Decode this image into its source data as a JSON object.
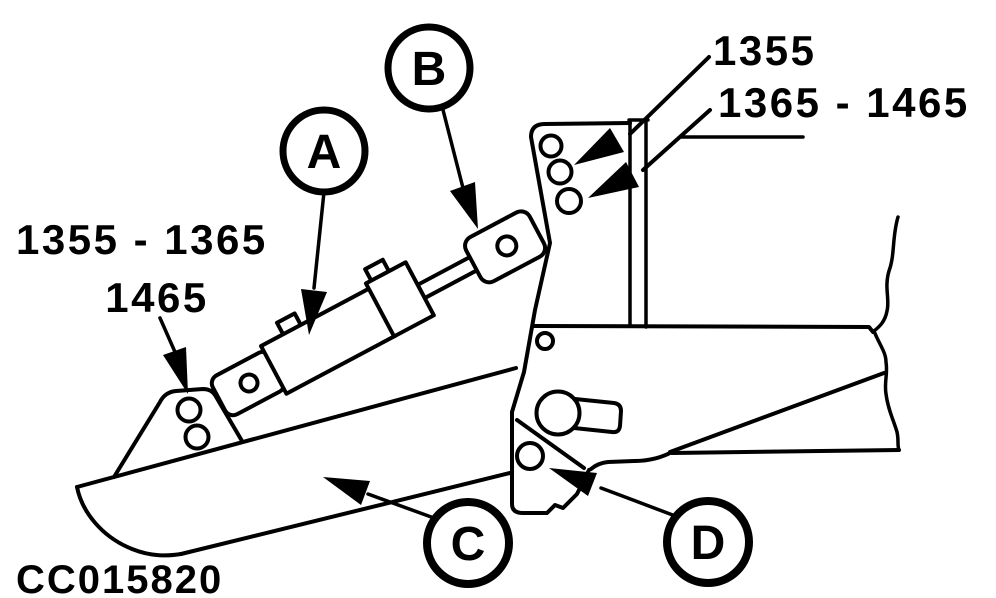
{
  "figure": {
    "code": "CC015820"
  },
  "part_labels": {
    "left": {
      "line1": "1355 - 1365",
      "line2": "1465"
    },
    "top_right": {
      "line1": "1355",
      "line2": "1365 - 1465"
    }
  },
  "callouts": {
    "a": "A",
    "b": "B",
    "c": "C",
    "d": "D"
  },
  "colors": {
    "ink": "#000000",
    "paper": "#ffffff"
  }
}
